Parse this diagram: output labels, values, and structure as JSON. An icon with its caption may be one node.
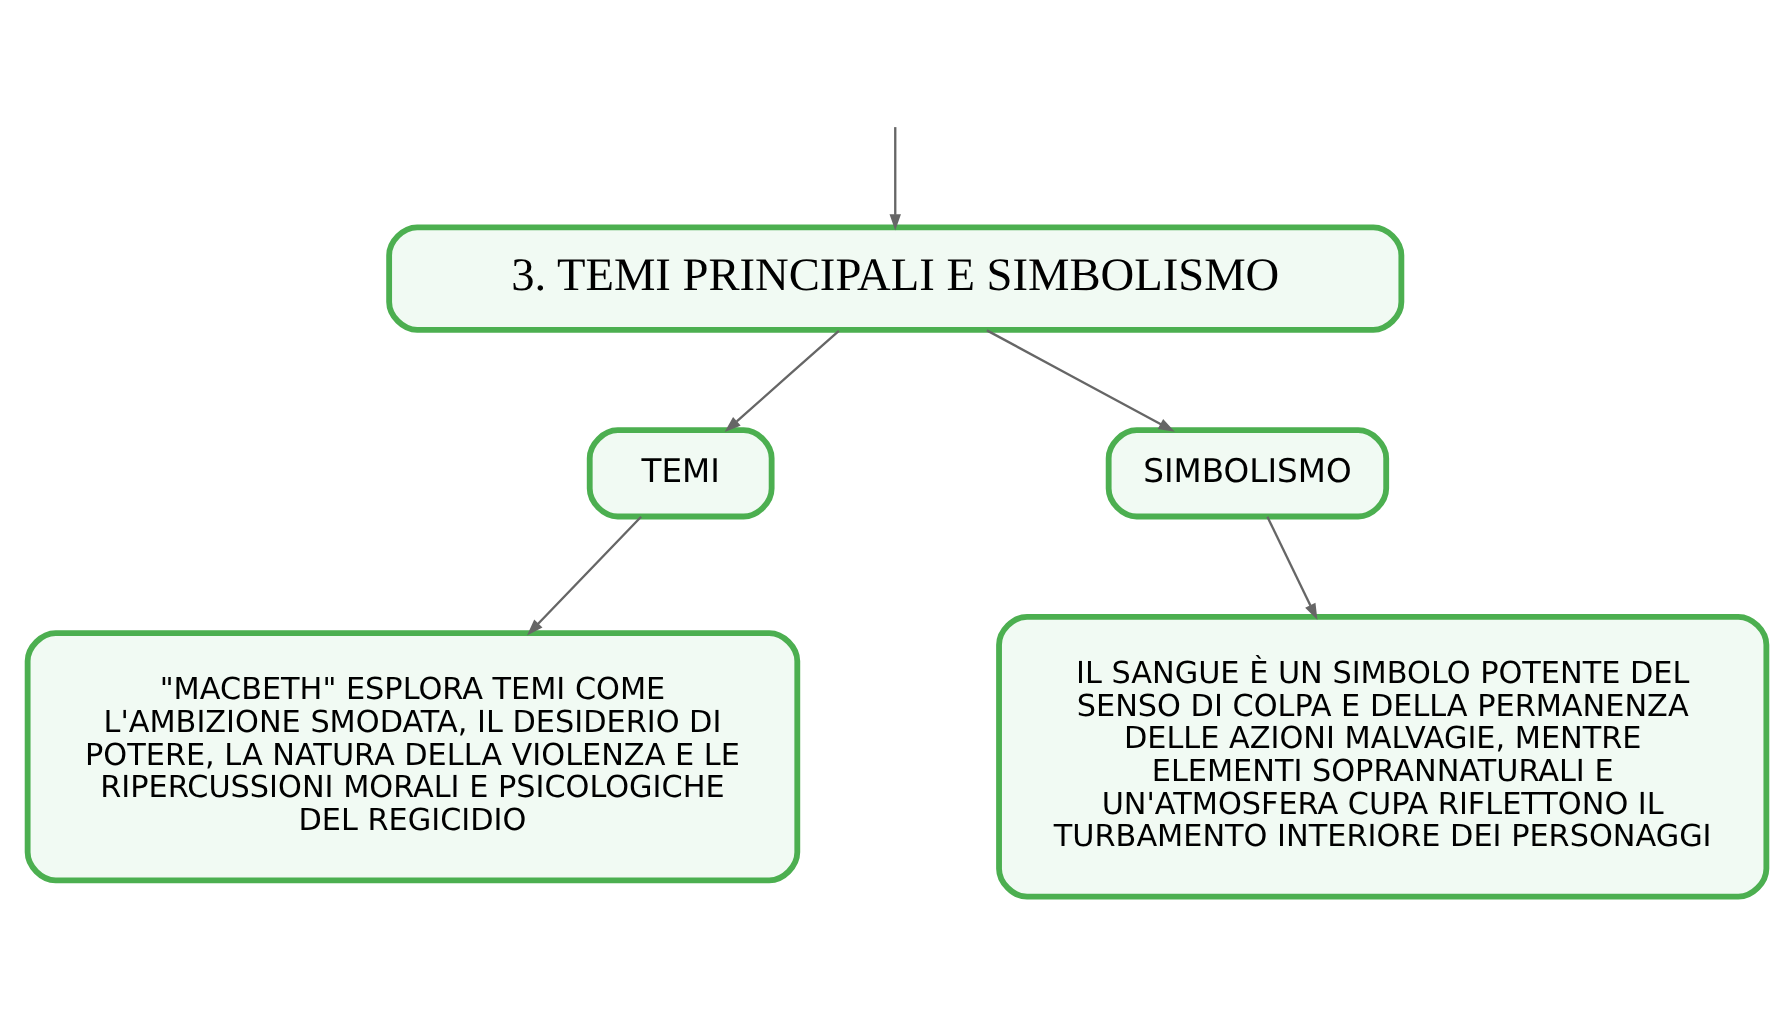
{
  "diagram": {
    "nodes": [
      {
        "text": [
          "3. TEMI PRINCIPALI E SIMBOLISMO"
        ]
      },
      {
        "text": [
          "TEMI"
        ]
      },
      {
        "text": [
          "SIMBOLISMO"
        ]
      },
      {
        "text": [
          "\"MACBETH\" ESPLORA TEMI COME L'AMBIZIONE SMODATA, IL DESIDERIO DI POTERE, LA NATURA DELLA VIOLENZA E LE RIPERCUSSIONI MORALI E PSICOLOGICHE DEL REGICIDIO"
        ]
      },
      {
        "text": [
          "IL SANGUE È UN SIMBOLO POTENTE DEL SENSO DI COLPA E DELLA PERMANENZA DELLE AZIONI MALVAGIE, MENTRE ELEMENTI SOPRANNATURALI E UN'ATMOSFERA CUPA RIFLETTONO IL TURBAMENTO INTERIORE DEI PERSONAGGI"
        ]
      }
    ],
    "edges": [
      {
        "from": null,
        "to": 0,
        "arrow": "to"
      },
      {
        "from": 0,
        "to": 1,
        "arrow": "to"
      },
      {
        "from": 0,
        "to": 2,
        "arrow": "to"
      },
      {
        "from": 1,
        "to": 3,
        "arrow": "to"
      },
      {
        "from": 2,
        "to": 4,
        "arrow": "to"
      }
    ]
  }
}
